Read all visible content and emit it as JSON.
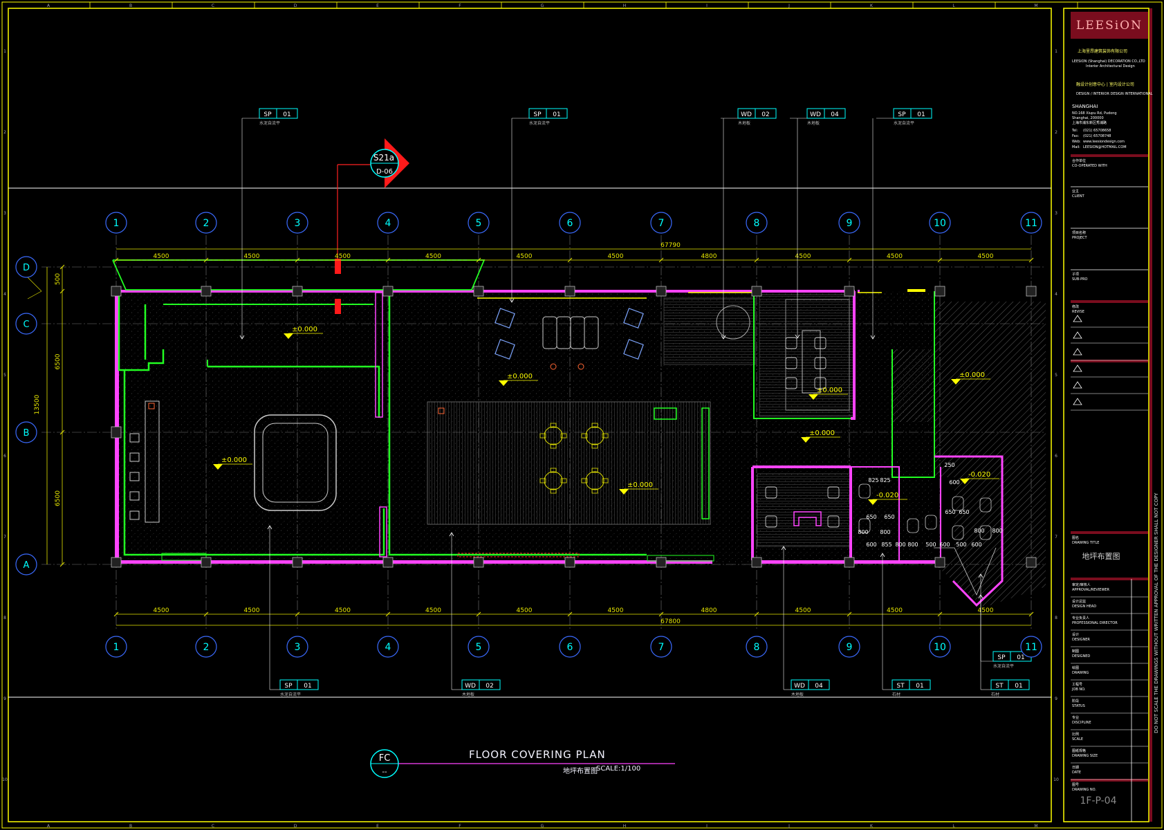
{
  "title": {
    "main": "FLOOR COVERING PLAN",
    "sub": "地坪布置图",
    "scale": "SCALE:1/100",
    "tag_top": "FC",
    "tag_bot": "--"
  },
  "section": {
    "top": "S21a",
    "bot": "D-06"
  },
  "grid_cols": [
    "1",
    "2",
    "3",
    "4",
    "5",
    "6",
    "7",
    "8",
    "9",
    "10",
    "11"
  ],
  "grid_rows": [
    "D",
    "C",
    "B",
    "A"
  ],
  "dims_top": {
    "total": "67790",
    "spans": [
      "4500",
      "4500",
      "4500",
      "4500",
      "4500",
      "4500",
      "4800",
      "4500",
      "4500",
      "4500"
    ]
  },
  "dims_bottom": {
    "total": "67800",
    "spans": [
      "4500",
      "4500",
      "4500",
      "4500",
      "4500",
      "4500",
      "4800",
      "4500",
      "4500",
      "4500"
    ]
  },
  "dims_left": {
    "total": "13500",
    "spans": [
      "500",
      "6500",
      "6500"
    ]
  },
  "levels": [
    "±0.000",
    "±0.000",
    "±0.000",
    "±0.000",
    "±0.000",
    "±0.000",
    "±0.000",
    "-0.020",
    "-0.020"
  ],
  "tags_top": [
    {
      "code": "SP",
      "num": "01",
      "note": "水泥自流平"
    },
    {
      "code": "SP",
      "num": "01",
      "note": "水泥自流平"
    },
    {
      "code": "WD",
      "num": "02",
      "note": "木地板"
    },
    {
      "code": "WD",
      "num": "04",
      "note": "木地板"
    },
    {
      "code": "SP",
      "num": "01",
      "note": "水泥自流平"
    }
  ],
  "tags_bottom": [
    {
      "code": "SP",
      "num": "01",
      "note": "水泥自流平"
    },
    {
      "code": "WD",
      "num": "02",
      "note": "木地板"
    },
    {
      "code": "WD",
      "num": "04",
      "note": "木地板"
    },
    {
      "code": "ST",
      "num": "01",
      "note": "石材"
    },
    {
      "code": "ST",
      "num": "01",
      "note": "石材"
    },
    {
      "code": "SP",
      "num": "01",
      "note": "水泥自流平"
    }
  ],
  "toilet_dims": [
    "825",
    "825",
    "650",
    "650",
    "800",
    "800",
    "800",
    "500",
    "600",
    "855",
    "800",
    "650",
    "650",
    "800",
    "800",
    "250",
    "600",
    "600",
    "500",
    "600"
  ],
  "border_cols": [
    "A",
    "B",
    "C",
    "D",
    "E",
    "F",
    "G",
    "H",
    "I",
    "J",
    "K",
    "L",
    "M"
  ],
  "border_rows": [
    "1",
    "2",
    "3",
    "4",
    "5",
    "6",
    "7",
    "8",
    "9",
    "10"
  ],
  "titleblock": {
    "logo": "LEESiON",
    "company_cn": "上海里昂建筑装饰有限公司",
    "company_en": "LEESiON (Shanghai) DECORATION CO.,LTD",
    "company_sub": "Interior Architectural Design",
    "design_cn": "融设计创意中心 | 室内设计公司",
    "design_en": "DESIGN / INTERIOR DESIGN INTERNATIONAL",
    "city": "SHANGHAI",
    "address": [
      "NO.168 Xiupu Rd, Pudong",
      "Shanghai, 200000",
      "上海市浦东新区秀浦路"
    ],
    "contacts": [
      {
        "k": "Tel:",
        "v": "(021) 65708658"
      },
      {
        "k": "Fax:",
        "v": "(021) 65708748"
      },
      {
        "k": "Web:",
        "v": "www.leesiondesign.com"
      },
      {
        "k": "Mail:",
        "v": "LEESION@HOTMAIL.COM"
      }
    ],
    "fields": [
      {
        "cn": "合作单位",
        "en": "CO-OPERATED WITH"
      },
      {
        "cn": "业主",
        "en": "CLIENT"
      },
      {
        "cn": "项目名称",
        "en": "PROJECT"
      },
      {
        "cn": "子项",
        "en": "SUB-PRO"
      },
      {
        "cn": "修改",
        "en": "REVISE"
      }
    ],
    "drawing_title_label": {
      "cn": "图名",
      "en": "DRAWING TITLE"
    },
    "drawing_title": "地坪布置图",
    "rows": [
      {
        "cn": "审定/审核人",
        "en": "APPROVAL/REVIEWER"
      },
      {
        "cn": "设计总监",
        "en": "DESIGN HEAD"
      },
      {
        "cn": "专业负责人",
        "en": "PROFESSIONAL DIRECTOR"
      },
      {
        "cn": "设计",
        "en": "DESIGNER"
      },
      {
        "cn": "制图",
        "en": "DESIGNED"
      },
      {
        "cn": "绘图",
        "en": "DRAWING"
      },
      {
        "cn": "工程号",
        "en": "JOB NO."
      },
      {
        "cn": "阶段",
        "en": "STATUS"
      },
      {
        "cn": "专业",
        "en": "DISCIPLINE"
      },
      {
        "cn": "比例",
        "en": "SCALE"
      },
      {
        "cn": "图纸规格",
        "en": "DRAWING SIZE"
      },
      {
        "cn": "日期",
        "en": "DATE"
      }
    ],
    "drawing_no_label": {
      "cn": "图号",
      "en": "DRAWING NO."
    },
    "drawing_no": "1F-P-04",
    "side_note": "DO NOT SCALE THE DRAWINGS WITHOUT WRITTEN APPROVAL OF THE DESIGNER SHALL NOT COPY"
  },
  "colors": {
    "frame": "#ffff00",
    "wall": "#ff44ff",
    "green": "#22ff22",
    "grid": "#00ffff",
    "dim": "#e8e800",
    "dark": "#000000",
    "brand": "#7a0d1e"
  }
}
